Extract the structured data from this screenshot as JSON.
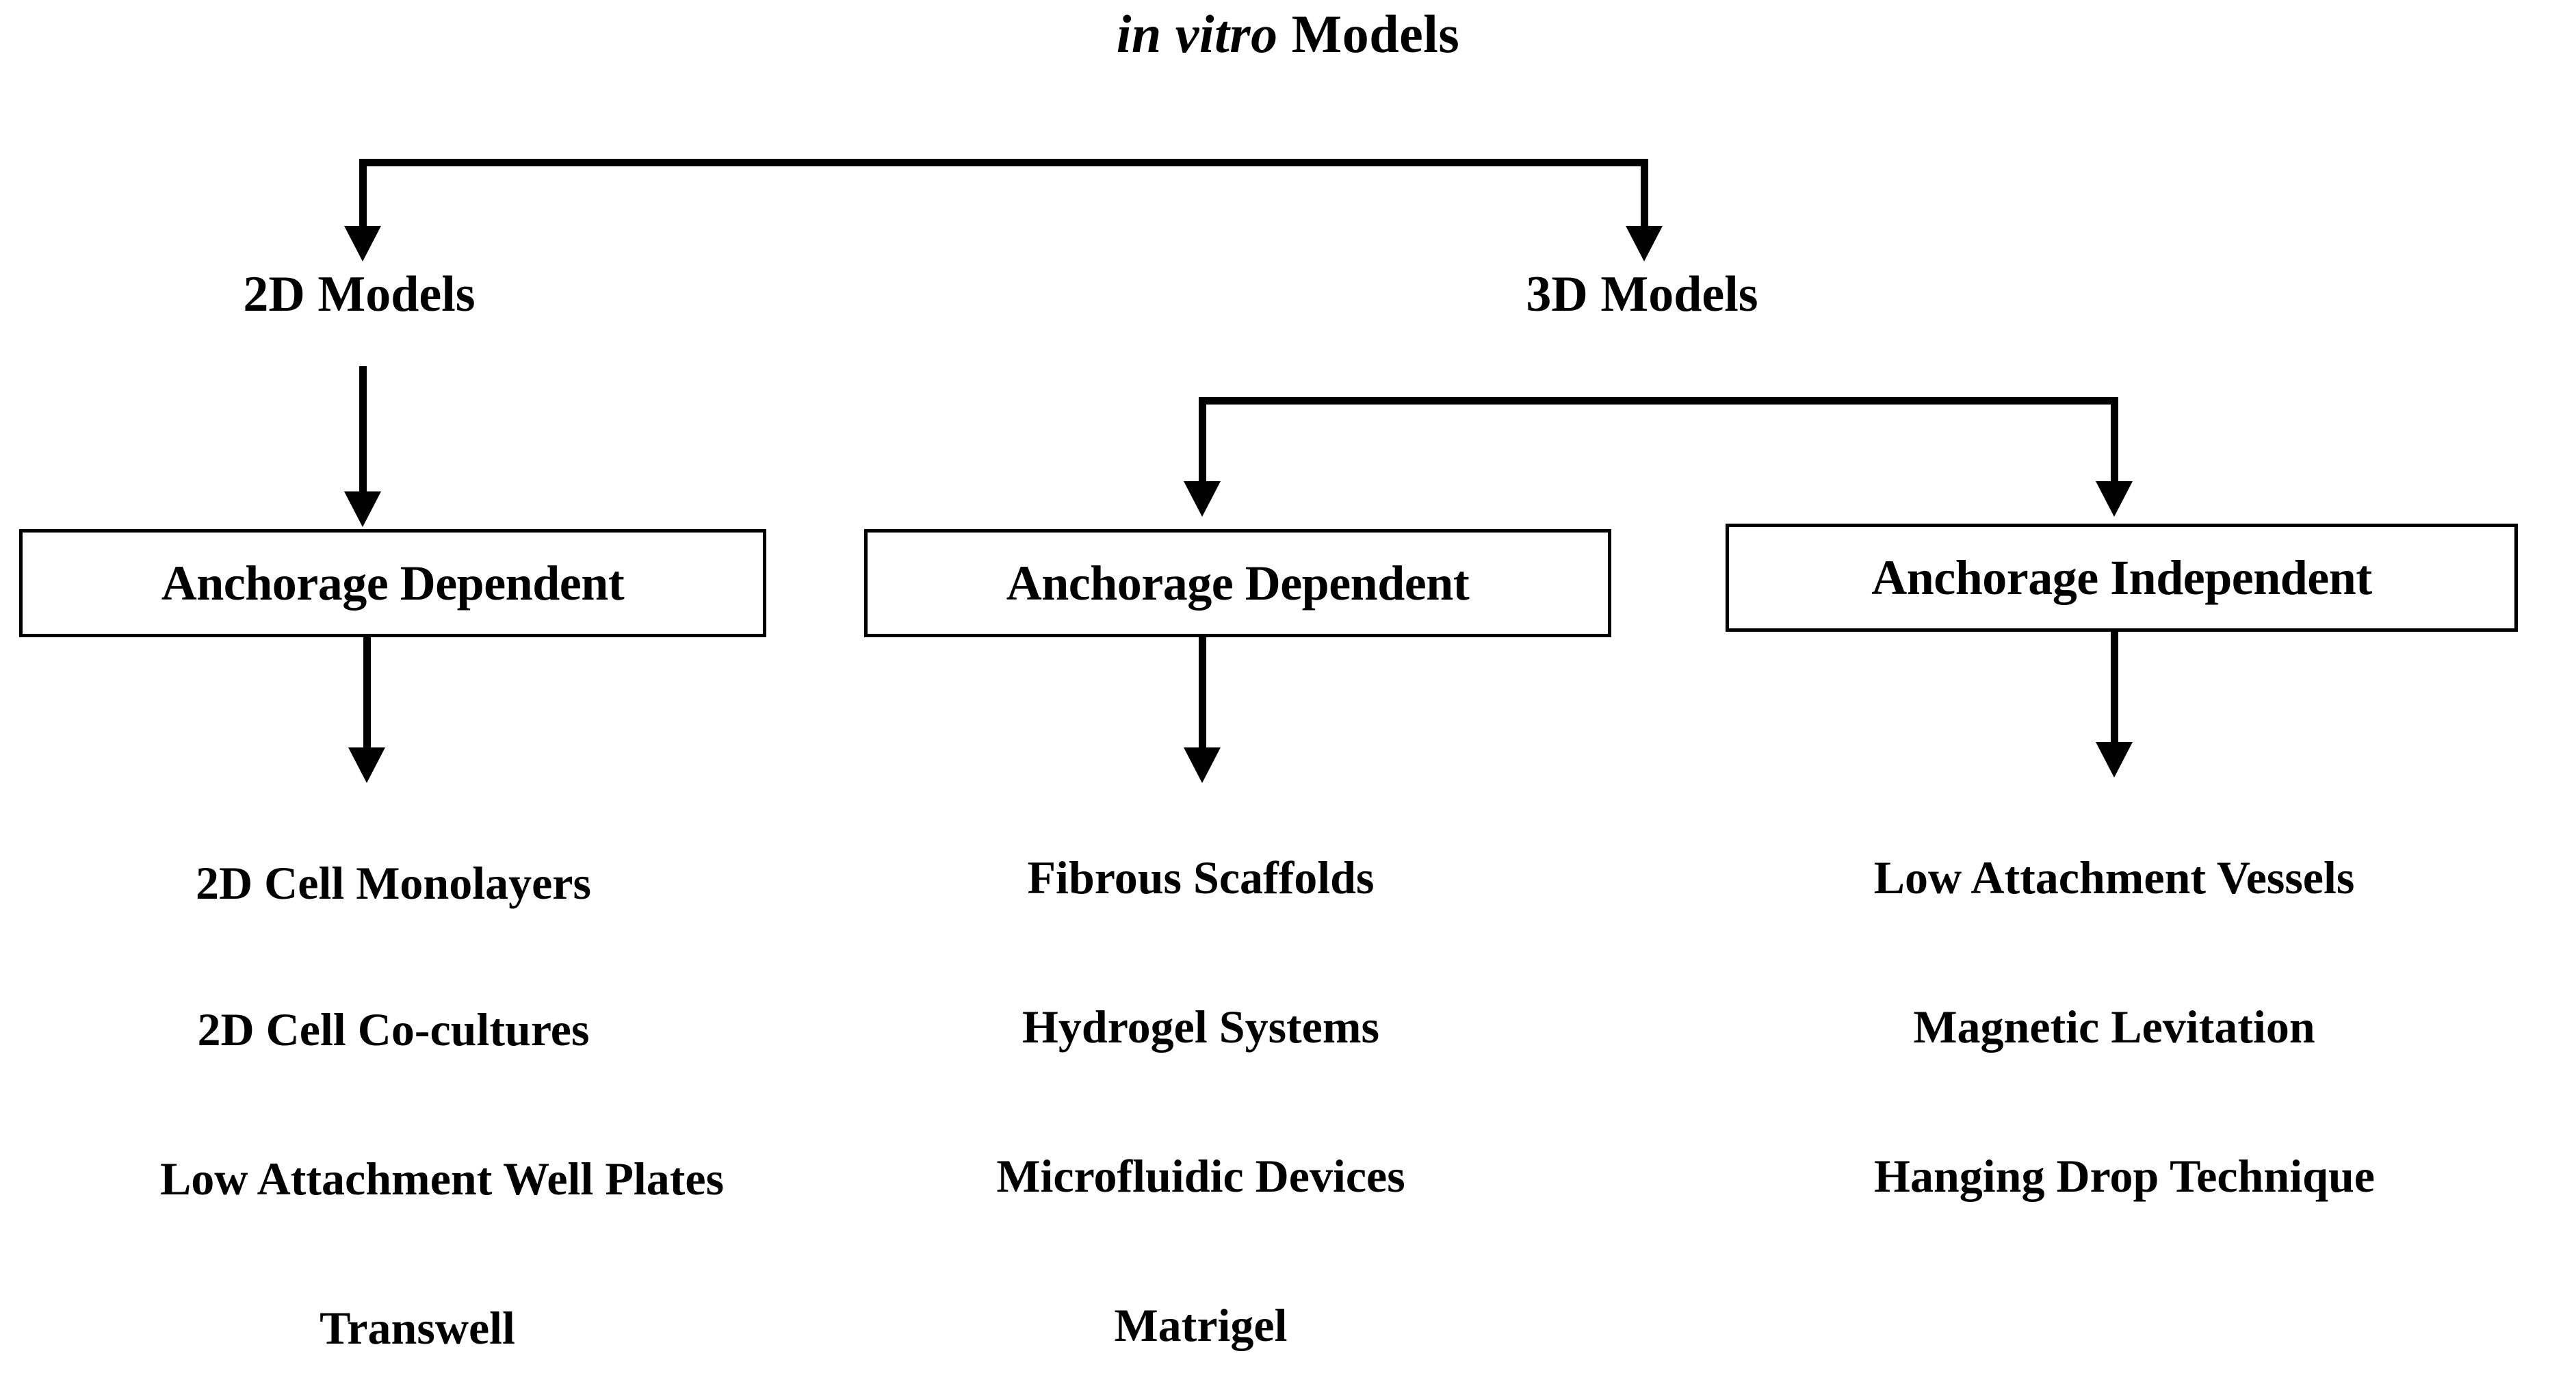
{
  "diagram": {
    "title": {
      "italic_part": "in vitro",
      "roman_part": " Models",
      "full": "in vitro Models"
    },
    "level1": [
      {
        "label": "2D Models"
      },
      {
        "label": "3D Models"
      }
    ],
    "boxes": [
      {
        "label": "Anchorage Dependent"
      },
      {
        "label": "Anchorage Dependent"
      },
      {
        "label": "Anchorage Independent"
      }
    ],
    "columns": [
      {
        "header": "Anchorage Dependent",
        "items": [
          "2D Cell Monolayers",
          "2D Cell Co-cultures",
          "Low Attachment Well Plates",
          "Transwell"
        ]
      },
      {
        "header": "Anchorage Dependent",
        "items": [
          "Fibrous Scaffolds",
          "Hydrogel Systems",
          "Microfluidic Devices",
          "Matrigel"
        ]
      },
      {
        "header": "Anchorage Independent",
        "items": [
          "Low Attachment Vessels",
          "Magnetic Levitation",
          "Hanging Drop Technique"
        ]
      }
    ],
    "colors": {
      "background": "#ffffff",
      "ink": "#000000"
    }
  }
}
